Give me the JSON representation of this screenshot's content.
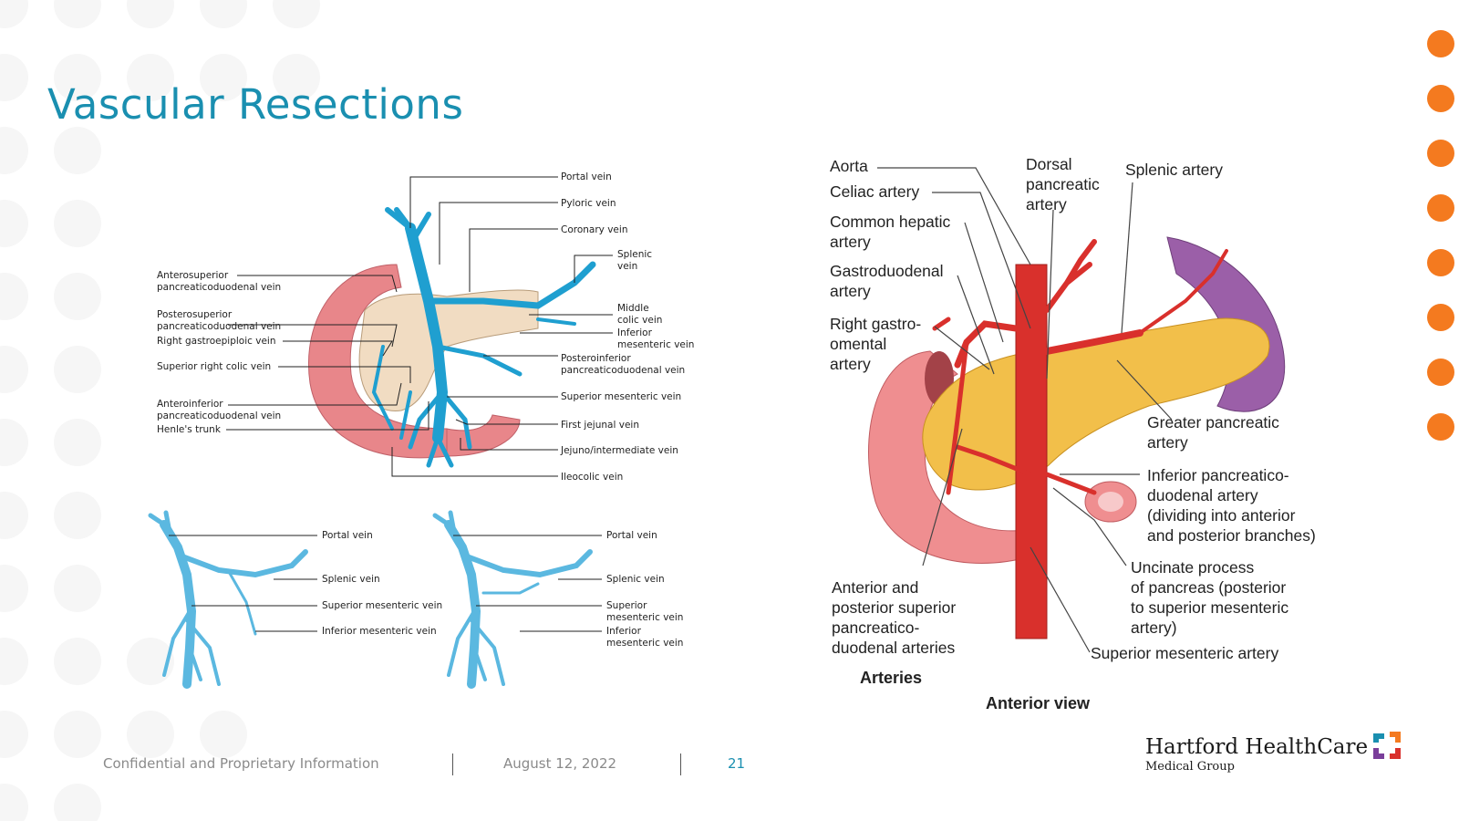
{
  "slide": {
    "title": "Vascular Resections",
    "footer": {
      "confidential": "Confidential and Proprietary Information",
      "date": "August 12, 2022",
      "page": "21"
    },
    "logo": {
      "name": "Hartford HealthCare",
      "sub": "Medical Group"
    },
    "colors": {
      "title": "#1a8fb0",
      "accent": "#f47a1f",
      "vein": "#1f9fd0",
      "artery": "#d9302c"
    }
  },
  "venous_figure": {
    "top_left_labels": [
      "Anterosuperior",
      "pancreaticoduodenal vein",
      "Posterosuperior",
      "pancreaticoduodenal vein",
      "Right gastroepiploic vein",
      "Superior right colic vein",
      "Anteroinferior",
      "pancreaticoduodenal vein",
      "Henle's trunk"
    ],
    "top_right_labels": [
      "Portal vein",
      "Pyloric vein",
      "Coronary vein",
      "Splenic",
      "vein",
      "Middle",
      "colic vein",
      "Inferior",
      "mesenteric vein",
      "Posteroinferior",
      "pancreaticoduodenal vein",
      "Superior mesenteric vein",
      "First jejunal vein",
      "Jejuno/intermediate vein",
      "Ileocolic vein"
    ],
    "variant_a_labels": [
      "Portal vein",
      "Splenic vein",
      "Superior mesenteric vein",
      "Inferior mesenteric vein"
    ],
    "variant_b_labels": [
      "Portal vein",
      "Splenic vein",
      "Superior",
      "mesenteric vein",
      "Inferior",
      "mesenteric vein"
    ]
  },
  "arterial_figure": {
    "left_labels": [
      "Aorta",
      "Celiac artery",
      "Common hepatic",
      "artery",
      "Gastroduodenal",
      "artery",
      "Right gastro-",
      "omental",
      "artery",
      "Anterior and",
      "posterior superior",
      "pancreatico-",
      "duodenal arteries"
    ],
    "top_labels": [
      "Dorsal",
      "pancreatic",
      "artery",
      "Splenic artery"
    ],
    "right_labels": [
      "Greater pancreatic",
      "artery",
      "Inferior pancreatico-",
      "duodenal artery",
      "(dividing into anterior",
      "and posterior branches)",
      "Uncinate process",
      "of pancreas (posterior",
      "to superior mesenteric",
      "artery)",
      "Superior mesenteric artery"
    ],
    "caption_arteries": "Arteries",
    "caption_view": "Anterior view"
  }
}
